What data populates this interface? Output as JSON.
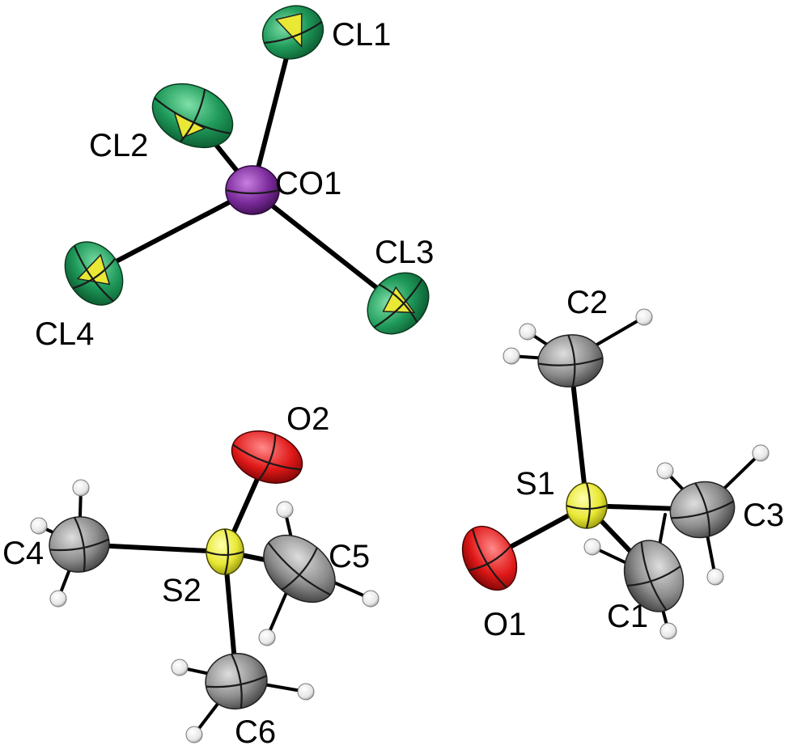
{
  "diagram": {
    "atoms": [
      {
        "label": "CL1",
        "element": "Cl"
      },
      {
        "label": "CL2",
        "element": "Cl"
      },
      {
        "label": "CO1",
        "element": "Co"
      },
      {
        "label": "CL3",
        "element": "Cl"
      },
      {
        "label": "CL4",
        "element": "Cl"
      },
      {
        "label": "C2",
        "element": "C"
      },
      {
        "label": "O2",
        "element": "O"
      },
      {
        "label": "S1",
        "element": "S"
      },
      {
        "label": "C3",
        "element": "C"
      },
      {
        "label": "C4",
        "element": "C"
      },
      {
        "label": "C5",
        "element": "C"
      },
      {
        "label": "S2",
        "element": "S"
      },
      {
        "label": "O1",
        "element": "O"
      },
      {
        "label": "C1",
        "element": "C"
      },
      {
        "label": "C6",
        "element": "C"
      }
    ],
    "colors": {
      "chlorine": "#1f9a5a",
      "cobalt": "#7a2a9a",
      "sulfur": "#e8e835",
      "oxygen": "#e01818",
      "carbon": "#8c8c8c",
      "hydrogen": "#e6e6e6",
      "bond": "#000000"
    }
  }
}
